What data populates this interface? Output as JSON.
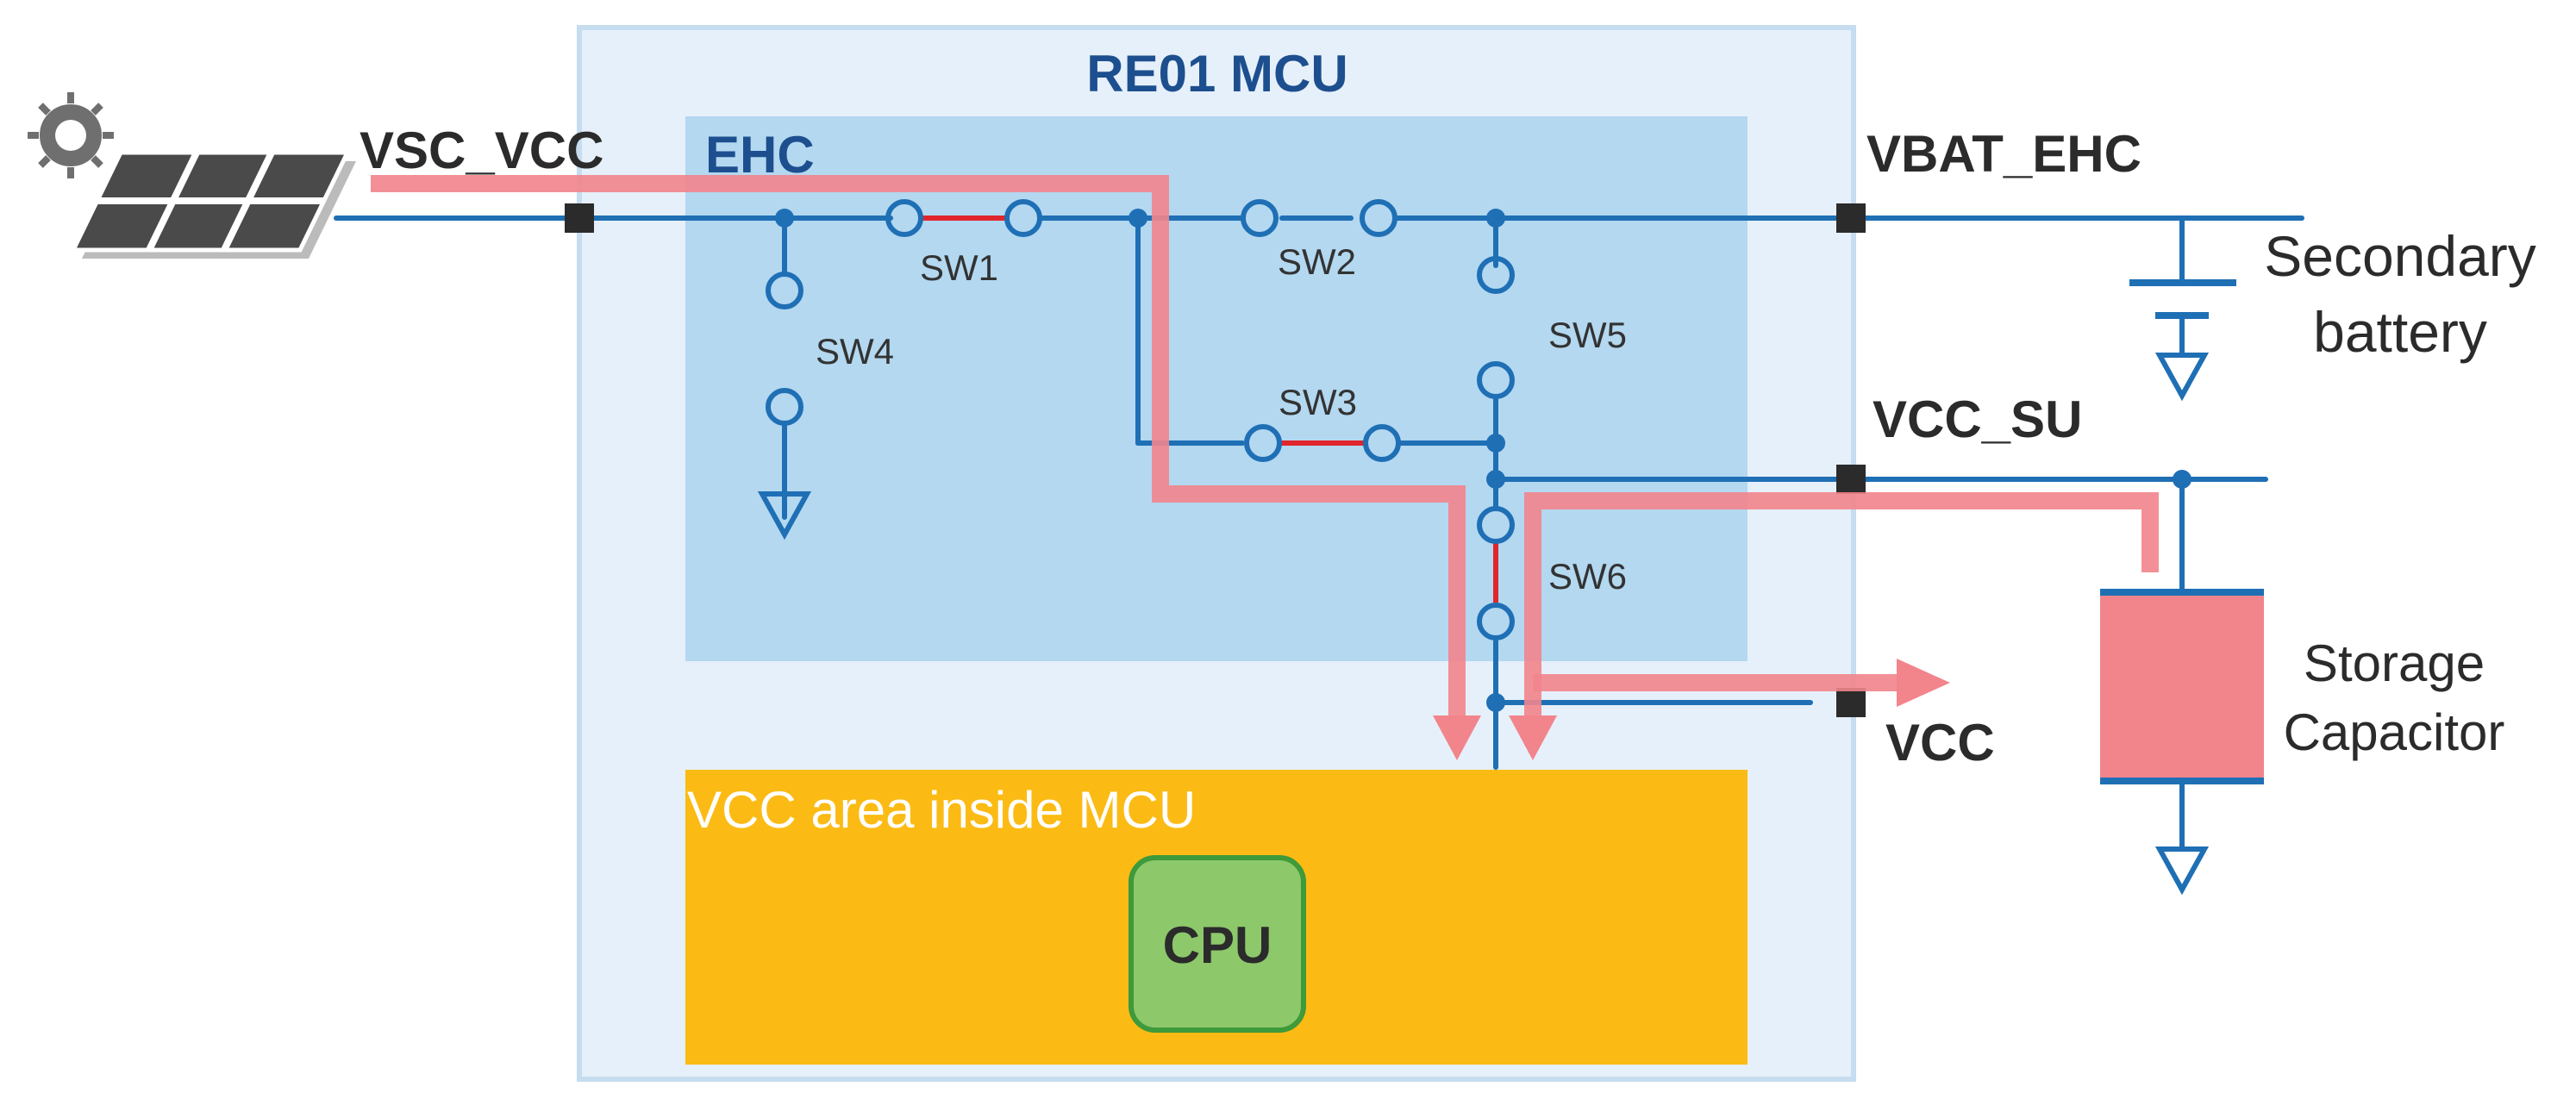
{
  "mcu": {
    "title": "RE01 MCU"
  },
  "ehc": {
    "title": "EHC"
  },
  "pins": {
    "vsc_vcc": "VSC_VCC",
    "vbat_ehc": "VBAT_EHC",
    "vcc_su": "VCC_SU",
    "vcc": "VCC"
  },
  "switches": {
    "sw1": "SW1",
    "sw2": "SW2",
    "sw3": "SW3",
    "sw4": "SW4",
    "sw5": "SW5",
    "sw6": "SW6"
  },
  "components": {
    "secondary_battery_line1": "Secondary",
    "secondary_battery_line2": "battery",
    "storage_capacitor_line1": "Storage",
    "storage_capacitor_line2": "Capacitor"
  },
  "vcc_area": {
    "label": "VCC area inside MCU",
    "cpu": "CPU"
  },
  "colors": {
    "wire": "#1f6fb5",
    "mcu_fill": "#e6f0fa",
    "ehc_fill": "#b3d8f0",
    "vcc_area": "#fbbb14",
    "cpu_fill": "#8dc86b",
    "cpu_border": "#3e9a3a",
    "power_flow": "#f2848c",
    "closed_switch": "#e0262c",
    "title_blue": "#1d4f8f"
  }
}
